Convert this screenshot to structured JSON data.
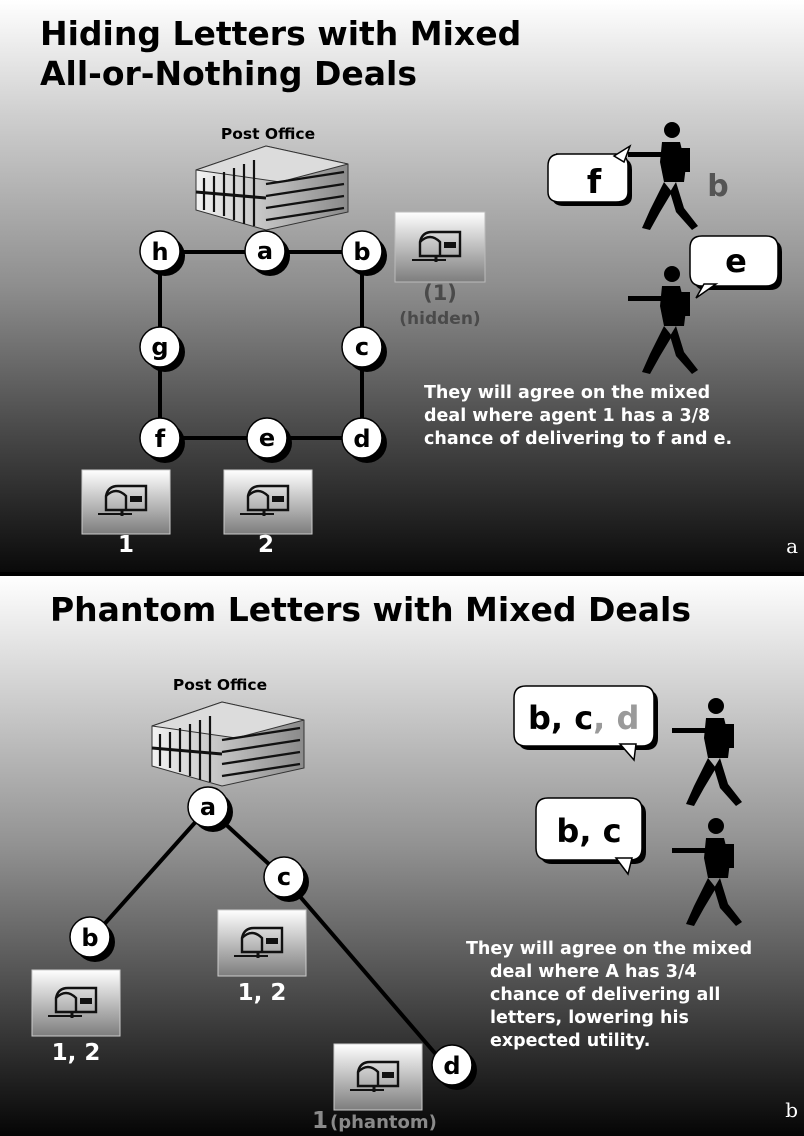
{
  "panel_a": {
    "title_line1": "Hiding Letters with Mixed",
    "title_line2": "All-or-Nothing Deals",
    "post_office": "Post Office",
    "nodes": [
      "h",
      "a",
      "b",
      "g",
      "c",
      "f",
      "e",
      "d"
    ],
    "hidden_label": "(1)",
    "hidden_sub": "(hidden)",
    "mailbox_1": "1",
    "mailbox_2": "2",
    "bubble_1": "f",
    "agent_extra": "b",
    "bubble_2": "e",
    "caption_line1": "They will agree on the mixed",
    "caption_line2": "deal where agent 1 has a 3/8",
    "caption_line3": "chance of delivering to f and e.",
    "corner": "a"
  },
  "panel_b": {
    "title": "Phantom Letters with Mixed Deals",
    "post_office": "Post Office",
    "nodes": [
      "a",
      "c",
      "b",
      "d"
    ],
    "mailbox_b": "1, 2",
    "mailbox_c": "1, 2",
    "mailbox_d_num": "1",
    "mailbox_d_sub": "(phantom)",
    "bubble_1_main": "b, c",
    "bubble_1_extra": ", d",
    "bubble_2": "b, c",
    "caption_line1": "They will agree on the mixed",
    "caption_line2": "deal where A has 3/4",
    "caption_line3": "chance of delivering all",
    "caption_line4": "letters, lowering his",
    "caption_line5": "expected utility.",
    "corner": "b"
  },
  "icons": [
    "building-icon",
    "mailbox-icon",
    "walking-person-icon",
    "speech-bubble-icon"
  ]
}
